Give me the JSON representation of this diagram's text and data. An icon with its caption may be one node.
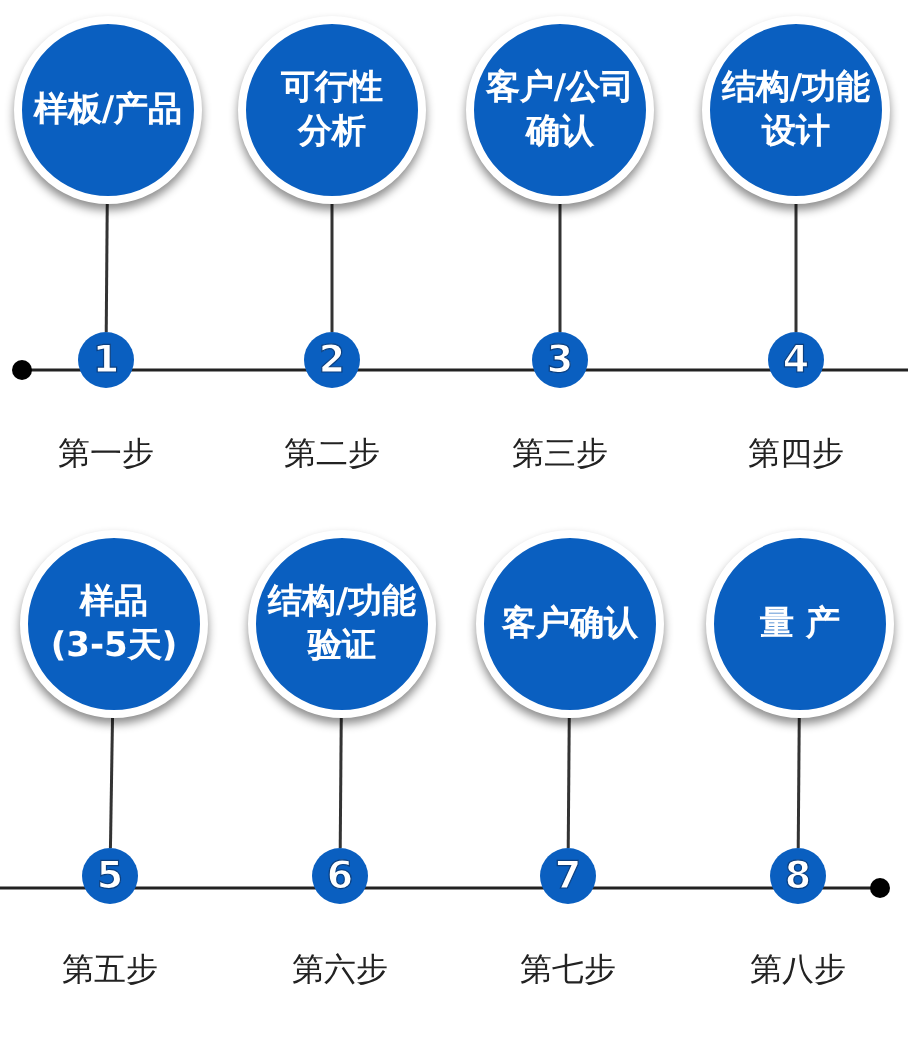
{
  "diagram": {
    "nodes": [
      {
        "text": [
          "样板/产品"
        ]
      },
      {
        "text": [
          "可行性分析"
        ]
      },
      {
        "text": [
          "客户/公司确认"
        ]
      },
      {
        "text": [
          "结构/功能设计"
        ]
      },
      {
        "text": [
          "1"
        ],
        "beside": [
          "第一步"
        ]
      },
      {
        "text": [
          "2"
        ],
        "beside": [
          "第二步"
        ]
      },
      {
        "text": [
          "3"
        ],
        "beside": [
          "第三步"
        ]
      },
      {
        "text": [
          "4"
        ],
        "beside": [
          "第四步"
        ]
      },
      {
        "text": [
          "样品(3-5天)"
        ]
      },
      {
        "text": [
          "结构/功能验证"
        ]
      },
      {
        "text": [
          "客户确认"
        ]
      },
      {
        "text": [
          "量 产"
        ]
      },
      {
        "text": [
          "5"
        ],
        "beside": [
          "第五步"
        ]
      },
      {
        "text": [
          "6"
        ],
        "beside": [
          "第六步"
        ]
      },
      {
        "text": [
          "7"
        ],
        "beside": [
          "第七步"
        ]
      },
      {
        "text": [
          "8"
        ],
        "beside": [
          "第八步"
        ]
      }
    ],
    "edges": [
      {
        "from": 0,
        "to": 4,
        "arrow": "none"
      },
      {
        "from": 1,
        "to": 5,
        "arrow": "none"
      },
      {
        "from": 2,
        "to": 6,
        "arrow": "none"
      },
      {
        "from": 3,
        "to": 7,
        "arrow": "none"
      },
      {
        "from": 8,
        "to": 12,
        "arrow": "none"
      },
      {
        "from": 9,
        "to": 13,
        "arrow": "none"
      },
      {
        "from": 10,
        "to": 14,
        "arrow": "none"
      },
      {
        "from": 11,
        "to": 15,
        "arrow": "none"
      }
    ]
  }
}
